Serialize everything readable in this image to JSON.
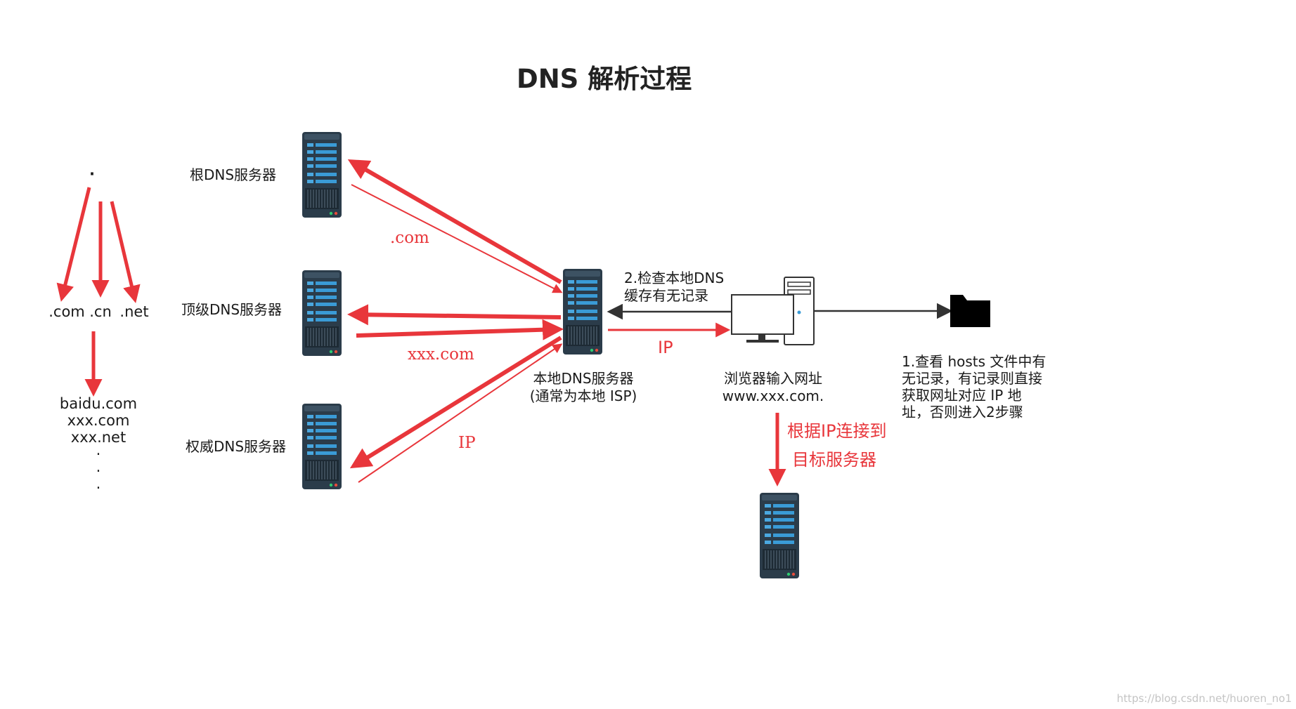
{
  "title": "DNS 解析过程",
  "tree": {
    "root": "·",
    "tlds": [
      ".com",
      ".cn",
      ".net"
    ],
    "domains": [
      "baidu.com",
      "xxx.com",
      "xxx.net"
    ],
    "ellipsis": [
      "·",
      "·",
      "·"
    ]
  },
  "servers": {
    "root": "根DNS服务器",
    "tld": "顶级DNS服务器",
    "authoritative": "权威DNS服务器",
    "local": [
      "本地DNS服务器",
      "(通常为本地 ISP)"
    ]
  },
  "browser": {
    "label": [
      "浏览器输入网址",
      "www.xxx.com."
    ]
  },
  "steps": {
    "step2": [
      "2.检查本地DNS",
      "缓存有无记录"
    ],
    "step1": [
      "1.查看 hosts 文件中有",
      "无记录，有记录则直接",
      "获取网址对应 IP 地",
      "址，否则进入2步骤"
    ],
    "connect": [
      "根据IP连接到",
      "目标服务器"
    ]
  },
  "edge_labels": {
    "com": ".com",
    "xxx_com": "xxx.com",
    "ip_auth": "IP",
    "ip_browser": "IP"
  },
  "watermark": "https://blog.csdn.net/huoren_no1",
  "colors": {
    "arrow_red": "#e8363b",
    "arrow_dark": "#333333",
    "server_dark": "#2b3c4a",
    "server_bar": "#3a9bd6"
  }
}
